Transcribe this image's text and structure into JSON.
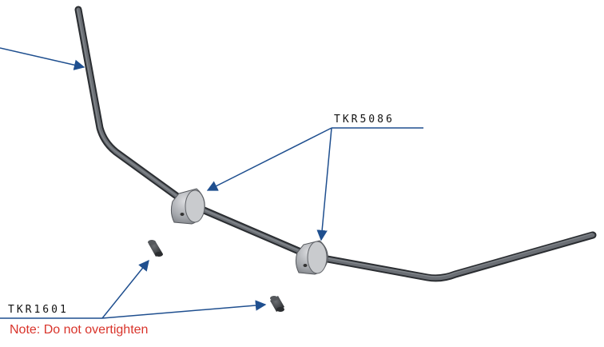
{
  "labels": {
    "part_a": "TKR5086",
    "part_b": "TKR1601"
  },
  "note": {
    "text": "Note: Do not overtighten"
  },
  "colors": {
    "leader": "#1f4f8f",
    "rod": "#4a4e54",
    "note": "#d9342b",
    "underline": "#1f4f8f"
  }
}
